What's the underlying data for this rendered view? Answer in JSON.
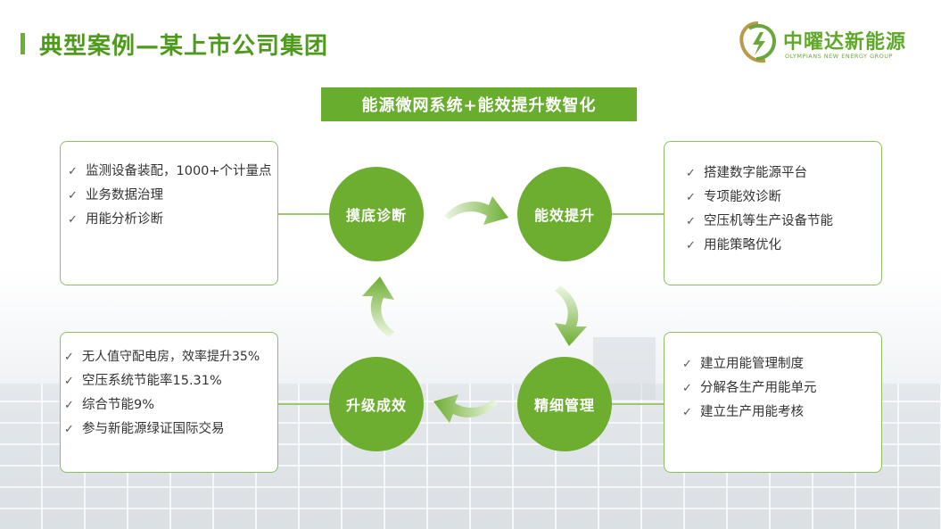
{
  "header": {
    "title": "典型案例—某上市公司集团",
    "logo_name": "中曜达新能源",
    "logo_sub": "OLYMPIANS NEW ENERGY GROUP"
  },
  "banner": "能源微网系统+能效提升数智化",
  "colors": {
    "accent": "#68ad2d",
    "title": "#4e9a1d",
    "border": "#8cbf5e"
  },
  "cycle": {
    "steps": [
      {
        "label": "摸底诊断"
      },
      {
        "label": "能效提升"
      },
      {
        "label": "精细管理"
      },
      {
        "label": "升级成效"
      }
    ]
  },
  "boxes": {
    "top_left": [
      "监测设备装配，1000+个计量点",
      "业务数据治理",
      "用能分析诊断"
    ],
    "top_right": [
      "搭建数字能源平台",
      "专项能效诊断",
      "空压机等生产设备节能",
      "用能策略优化"
    ],
    "bottom_right": [
      "建立用能管理制度",
      "分解各生产用能单元",
      "建立生产用能考核"
    ],
    "bottom_left": [
      "无人值守配电房，效率提升35%",
      "空压系统节能率15.31%",
      "综合节能9%",
      "参与新能源绿证国际交易"
    ]
  },
  "icons": {
    "check": "✓",
    "logo": "logo-icon",
    "cycle_arrow": "curved-arrow-icon"
  }
}
